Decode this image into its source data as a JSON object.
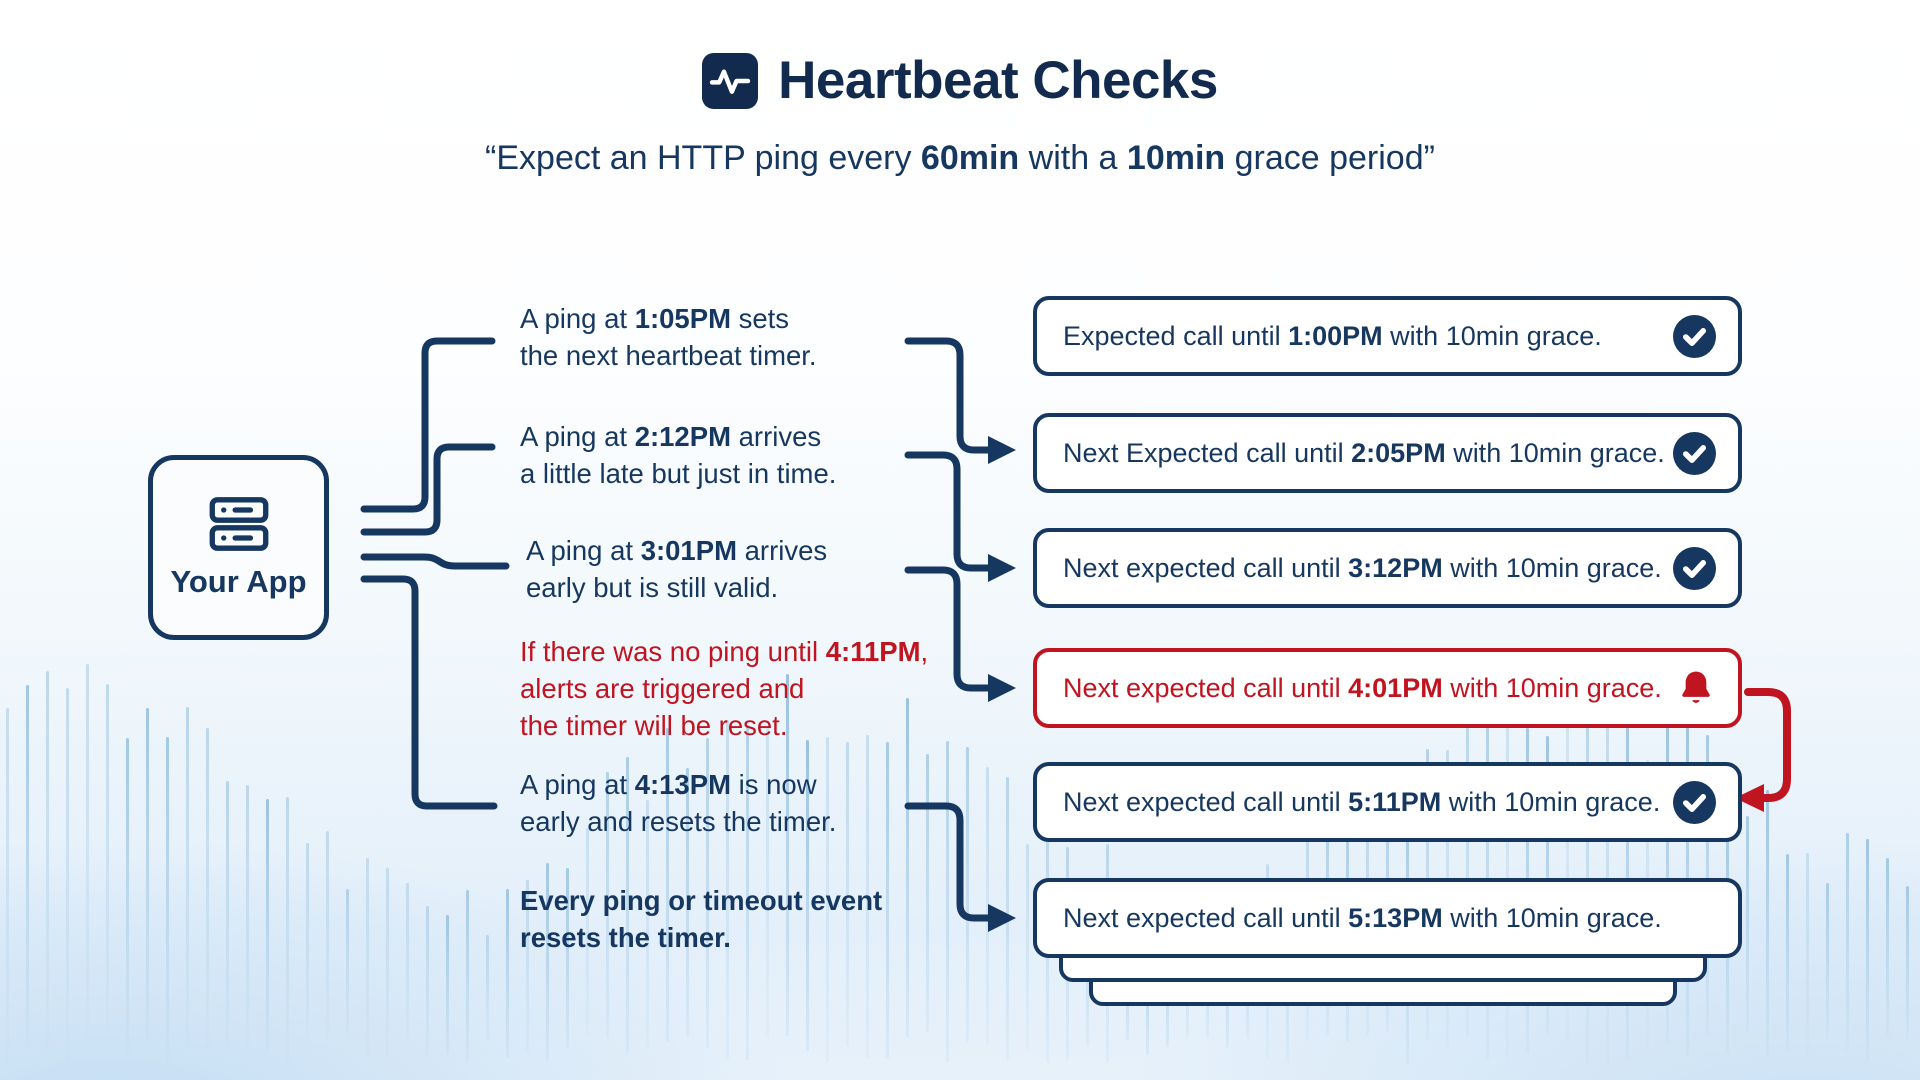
{
  "colors": {
    "navy": "#16375f",
    "navy_dark": "#122a4e",
    "red": "#c01420",
    "wave": "#8fbcdd",
    "box_bg": "#ffffff"
  },
  "header": {
    "icon": "heartbeat-activity-icon",
    "title": "Heartbeat Checks",
    "subtitle": [
      {
        "t": "“Expect an HTTP ping every "
      },
      {
        "t": "60min",
        "b": 1
      },
      {
        "t": " with a "
      },
      {
        "t": "10min",
        "b": 1
      },
      {
        "t": " grace period”"
      }
    ]
  },
  "app": {
    "icon": "server-icon",
    "label": "Your App"
  },
  "rows": [
    {
      "note": [
        {
          "t": "A ping at "
        },
        {
          "t": "1:05PM",
          "b": 1
        },
        {
          "t": " sets"
        },
        {
          "br": 1
        },
        {
          "t": "the next heartbeat timer."
        }
      ],
      "box": [
        {
          "t": "Expected call until "
        },
        {
          "t": "1:00PM",
          "b": 1
        },
        {
          "t": " with 10min grace."
        }
      ],
      "status": "check-circle"
    },
    {
      "note": [
        {
          "t": "A ping at "
        },
        {
          "t": "2:12PM",
          "b": 1
        },
        {
          "t": " arrives"
        },
        {
          "br": 1
        },
        {
          "t": "a little late but just in time."
        }
      ],
      "box": [
        {
          "t": "Next Expected call until "
        },
        {
          "t": "2:05PM",
          "b": 1
        },
        {
          "t": " with 10min grace."
        }
      ],
      "status": "check-circle"
    },
    {
      "note": [
        {
          "t": "A ping at "
        },
        {
          "t": "3:01PM",
          "b": 1
        },
        {
          "t": " arrives"
        },
        {
          "br": 1
        },
        {
          "t": "early but is still valid."
        }
      ],
      "box": [
        {
          "t": "Next expected call until "
        },
        {
          "t": "3:12PM",
          "b": 1
        },
        {
          "t": " with 10min grace."
        }
      ],
      "status": "check-circle"
    },
    {
      "note": [
        {
          "t": "If there was no ping until "
        },
        {
          "t": "4:11PM",
          "b": 1
        },
        {
          "t": ","
        },
        {
          "br": 1
        },
        {
          "t": "alerts are triggered and"
        },
        {
          "br": 1
        },
        {
          "t": "the timer will be reset."
        }
      ],
      "box": [
        {
          "t": "Next expected call until "
        },
        {
          "t": "4:01PM",
          "b": 1
        },
        {
          "t": " with 10min grace."
        }
      ],
      "status": "bell",
      "alert": true
    },
    {
      "note": [
        {
          "t": "A ping at "
        },
        {
          "t": "4:13PM",
          "b": 1
        },
        {
          "t": " is now"
        },
        {
          "br": 1
        },
        {
          "t": "early and resets the timer."
        }
      ],
      "box": [
        {
          "t": "Next expected call until "
        },
        {
          "t": "5:11PM",
          "b": 1
        },
        {
          "t": " with 10min grace."
        }
      ],
      "status": "check-circle"
    },
    {
      "note": [
        {
          "t": "Every ping or timeout event",
          "b": 1
        },
        {
          "br": 1
        },
        {
          "t": "resets the timer.",
          "b": 1
        }
      ],
      "box": [
        {
          "t": "Next expected call until "
        },
        {
          "t": "5:13PM",
          "b": 1
        },
        {
          "t": " with 10min grace."
        }
      ],
      "status": "none"
    }
  ]
}
